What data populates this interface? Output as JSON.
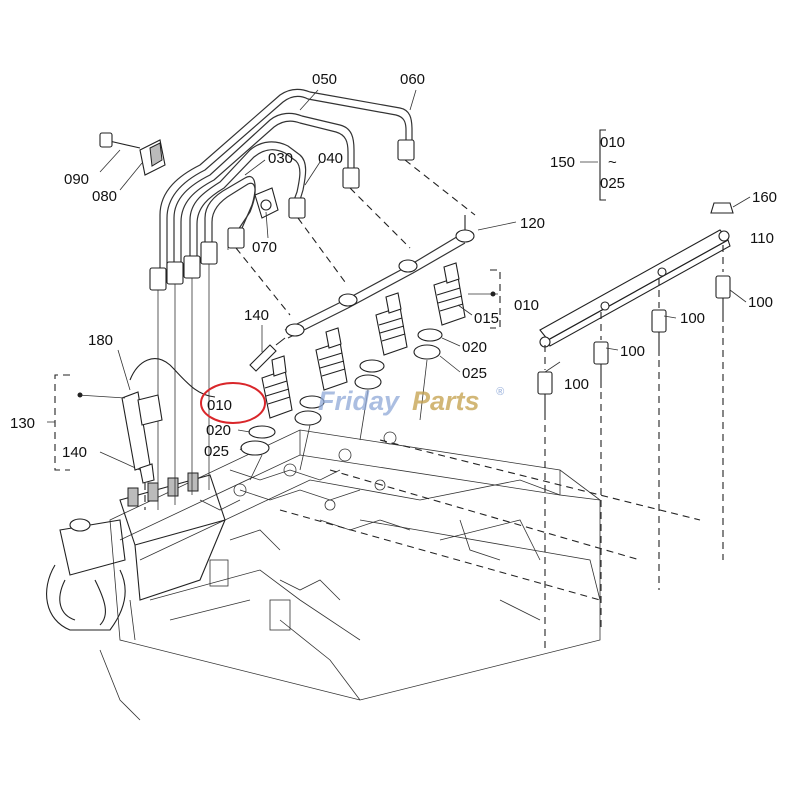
{
  "labels": {
    "l050": "050",
    "l060": "060",
    "l010_150": "010",
    "l150": "150",
    "tilde": "~",
    "l025_150": "025",
    "l090": "090",
    "l080": "080",
    "l030": "030",
    "l040": "040",
    "l070": "070",
    "l120": "120",
    "l160": "160",
    "l110": "110",
    "l010_right": "010",
    "l015": "015",
    "l020_right": "020",
    "l025_right": "025",
    "l100_a": "100",
    "l100_b": "100",
    "l100_c": "100",
    "l100_d": "100",
    "l140_top": "140",
    "l180": "180",
    "l010_circled": "010",
    "l130": "130",
    "l020_left": "020",
    "l025_left": "025",
    "l140_bottom": "140"
  },
  "watermark": {
    "part1": "Friday",
    "part2": "Parts",
    "mark": "®"
  },
  "colors": {
    "highlight_circle": "#d9262a",
    "watermark_blue": "#8fa9d8",
    "watermark_gold": "#c4a04a"
  }
}
